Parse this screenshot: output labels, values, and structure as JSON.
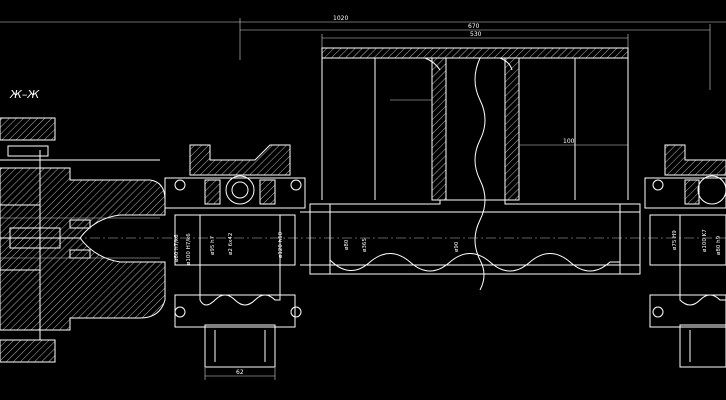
{
  "section_label": "Ж–Ж",
  "dimensions": {
    "overall_length": "1020",
    "drum_length": "670",
    "drum_inner": "530",
    "hub_offset": "100",
    "bearing_width": "62"
  },
  "diameter_labels": {
    "left_1": "ø60 h7/k6",
    "left_2": "ø100 H7/k6",
    "left_3": "ø95 h7",
    "left_4": "ø2 6x42",
    "left_5": "ø120 h10",
    "shaft_1": "ø80",
    "shaft_2": "ø365",
    "shaft_3": "ø90",
    "right_1": "ø75 H9",
    "right_2": "ø100 K7",
    "right_3": "ø80 h9"
  },
  "colors": {
    "background": "#000000",
    "lines": "#ffffff"
  }
}
